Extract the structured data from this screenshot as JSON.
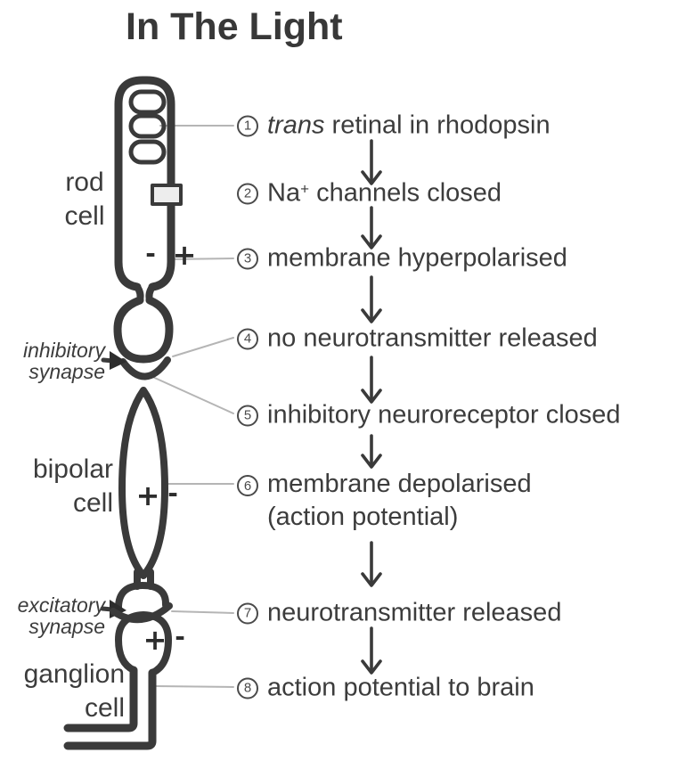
{
  "title": "In The Light",
  "colors": {
    "ink": "#3a3a3a",
    "connector_gray": "#b5b5b5",
    "channel_fill": "#ededed"
  },
  "cells": {
    "rod": {
      "label_line1": "rod",
      "label_line2": "cell",
      "inside_sign": "-",
      "outside_sign": "+"
    },
    "bipolar": {
      "label_line1": "bipolar",
      "label_line2": "cell",
      "inside_sign": "+",
      "outside_sign": "-"
    },
    "ganglion": {
      "label_line1": "ganglion",
      "label_line2": "cell",
      "inside_sign": "+",
      "outside_sign": "-"
    }
  },
  "synapses": {
    "inhibitory": {
      "line1": "inhibitory",
      "line2": "synapse"
    },
    "excitatory": {
      "line1": "excitatory",
      "line2": "synapse"
    }
  },
  "steps": [
    {
      "num": "1",
      "italic": "trans",
      "rest": " retinal in rhodopsin"
    },
    {
      "num": "2",
      "pre": "Na",
      "sup": "+",
      "rest": " channels closed"
    },
    {
      "num": "3",
      "text": "membrane hyperpolarised"
    },
    {
      "num": "4",
      "text": "no neurotransmitter released"
    },
    {
      "num": "5",
      "text": "inhibitory neuroreceptor closed"
    },
    {
      "num": "6",
      "text": "membrane depolarised",
      "text2": "(action potential)"
    },
    {
      "num": "7",
      "text": "neurotransmitter released"
    },
    {
      "num": "8",
      "text": "action potential to brain"
    }
  ]
}
